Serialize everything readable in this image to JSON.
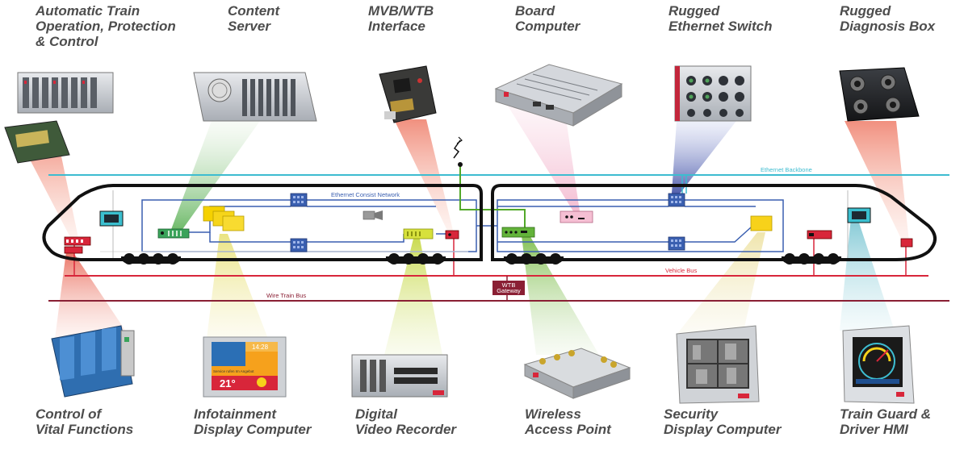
{
  "colors": {
    "ethernet_backbone": "#3dbcd0",
    "ethernet_consist": "#3a5fb0",
    "vehicle_bus": "#d8263a",
    "wire_train_bus": "#8a1f34",
    "wireless": "#52a82a",
    "label_text": "#4d4d4d"
  },
  "components_top": [
    {
      "lines": [
        "Automatic Train",
        "Operation, Protection",
        "& Control"
      ],
      "icon": "rack-chassis-icon"
    },
    {
      "lines": [
        "Content",
        "Server"
      ],
      "icon": "server-rack-icon"
    },
    {
      "lines": [
        "MVB/WTB",
        "Interface"
      ],
      "icon": "circuit-board-icon"
    },
    {
      "lines": [
        "Board",
        "Computer"
      ],
      "icon": "board-computer-icon"
    },
    {
      "lines": [
        "Rugged",
        "Ethernet Switch"
      ],
      "icon": "ethernet-switch-icon"
    },
    {
      "lines": [
        "Rugged",
        "Diagnosis Box"
      ],
      "icon": "diagnosis-box-icon"
    }
  ],
  "components_bottom": [
    {
      "lines": [
        "Control of",
        "Vital Functions"
      ],
      "icon": "din-rail-module-icon"
    },
    {
      "lines": [
        "Infotainment",
        "Display Computer"
      ],
      "icon": "infotainment-display-icon",
      "screen": {
        "time": "14:28",
        "temp": "21°",
        "caption": "Service rufen Im Angebot"
      }
    },
    {
      "lines": [
        "Digital",
        "Video Recorder"
      ],
      "icon": "video-recorder-icon"
    },
    {
      "lines": [
        "Wireless",
        "Access Point"
      ],
      "icon": "access-point-icon"
    },
    {
      "lines": [
        "Security",
        "Display Computer"
      ],
      "icon": "security-display-icon"
    },
    {
      "lines": [
        "Train Guard &",
        "Driver HMI"
      ],
      "icon": "driver-hmi-icon"
    }
  ],
  "networks": {
    "ethernet_backbone": "Ethernet Backbone",
    "ethernet_consist": "Ethernet Consist Network",
    "vehicle_bus": "Vehicle Bus",
    "wire_train_bus": "Wire Train Bus",
    "gateway_line1": "WTB",
    "gateway_line2": "Gateway"
  }
}
